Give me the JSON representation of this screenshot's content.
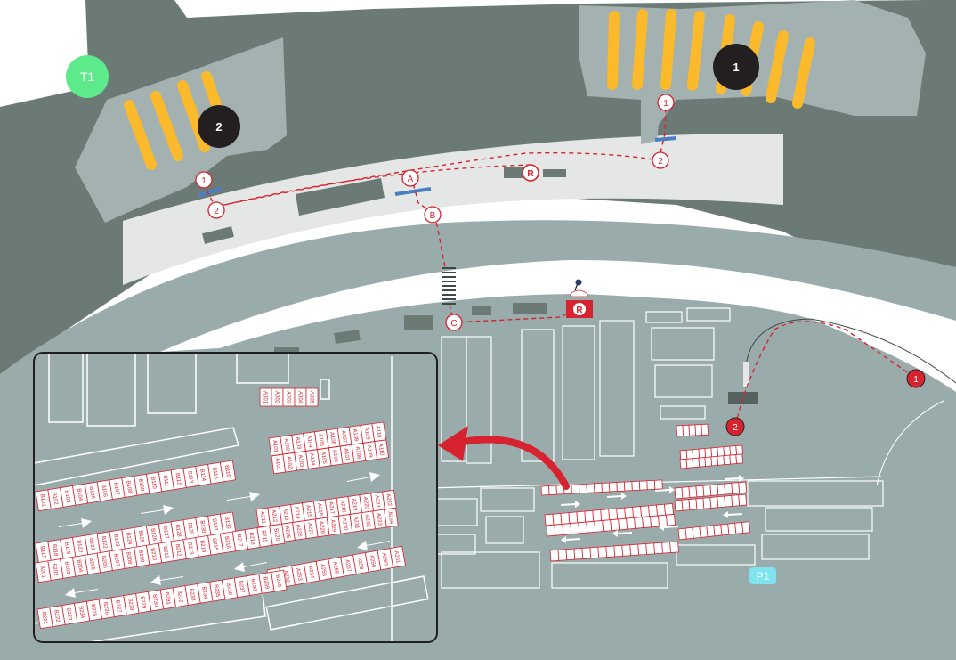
{
  "map": {
    "colors": {
      "building": "#6c7a76",
      "apron": "#9aabab",
      "curb": "#e4e7e6",
      "gate_yellow": "#fbb92c",
      "route_red": "#d7232f",
      "door_blue": "#4a7fc4",
      "terminal_green": "#5dea8a",
      "parking_cyan": "#7fe4f0",
      "badge_dark": "#231f20"
    },
    "terminal": "T1",
    "parking": "P1",
    "gate_areas": [
      "1",
      "2"
    ],
    "entrances": [
      "1",
      "2"
    ],
    "waypoints": [
      "A",
      "B",
      "C"
    ],
    "reserved_symbol": "R",
    "exit_markers": [
      "1",
      "2"
    ],
    "stalls_small": {
      "top": [
        "A001",
        "A002",
        "A003",
        "A004",
        "A005"
      ],
      "block_a_top": [
        "A001",
        "A002",
        "A003",
        "A004",
        "A005",
        "A006",
        "A007",
        "A008",
        "A009",
        "A010"
      ],
      "block_a_bottom": [
        "A011",
        "A012",
        "A013",
        "A014",
        "A015",
        "A016",
        "A017",
        "A018",
        "A019",
        "A020"
      ],
      "row_b1": [
        "B101",
        "B102",
        "B103",
        "B104",
        "B105",
        "B106",
        "B107",
        "B108",
        "B109",
        "B110",
        "B111",
        "B112",
        "B113",
        "B114",
        "B115",
        "B116"
      ]
    },
    "inset": {
      "stalls": {
        "a00_block": [
          "A001",
          "A002",
          "A003",
          "A004",
          "A005"
        ],
        "a10_top": [
          "A101",
          "A102",
          "A103",
          "A104",
          "A105",
          "A106",
          "A107",
          "A108",
          "A109",
          "A110"
        ],
        "a10_bottom": [
          "A101",
          "A102",
          "A103",
          "A104",
          "A105",
          "A106",
          "A107",
          "A108",
          "A109",
          "A110"
        ],
        "b1_top": [
          "B101",
          "B102",
          "B103",
          "B104",
          "B105",
          "B106",
          "B107",
          "B108",
          "B109",
          "B110",
          "B111",
          "B112",
          "B113",
          "B114",
          "B115",
          "B116"
        ],
        "b1_bottom": [
          "B117",
          "B118",
          "B119",
          "B120",
          "B121",
          "B122",
          "B123",
          "B124",
          "B125",
          "B126",
          "B127",
          "B128",
          "B129",
          "B130",
          "B131",
          "B132"
        ],
        "a20_top": [
          "A211",
          "A212",
          "A213",
          "A214",
          "A215",
          "A216",
          "A217",
          "A218",
          "A219",
          "A220",
          "A221",
          "A222"
        ],
        "a20_bottom": [
          "A223",
          "A224",
          "A225",
          "A226",
          "A227",
          "A228",
          "A229",
          "A230",
          "A231",
          "A232",
          "A233",
          "A234"
        ],
        "b2_top": [
          "B201",
          "B202",
          "B203",
          "B204",
          "B205",
          "B206",
          "B207",
          "B208",
          "B209",
          "B210",
          "B211",
          "B212",
          "B213",
          "B214",
          "B215",
          "B216",
          "B217",
          "B218",
          "B219",
          "B220"
        ],
        "b2_bottom": [
          "B221",
          "B222",
          "B223",
          "B224",
          "B225",
          "B226",
          "B227",
          "B228",
          "B229",
          "B230",
          "B231",
          "B232",
          "B233",
          "B234",
          "B235",
          "B236",
          "B237",
          "B238",
          "B239",
          "B240"
        ],
        "a25": [
          "A251",
          "A252",
          "A253",
          "A254",
          "A255",
          "A256",
          "A257",
          "A258",
          "A259",
          "A260",
          "A261"
        ]
      }
    }
  }
}
